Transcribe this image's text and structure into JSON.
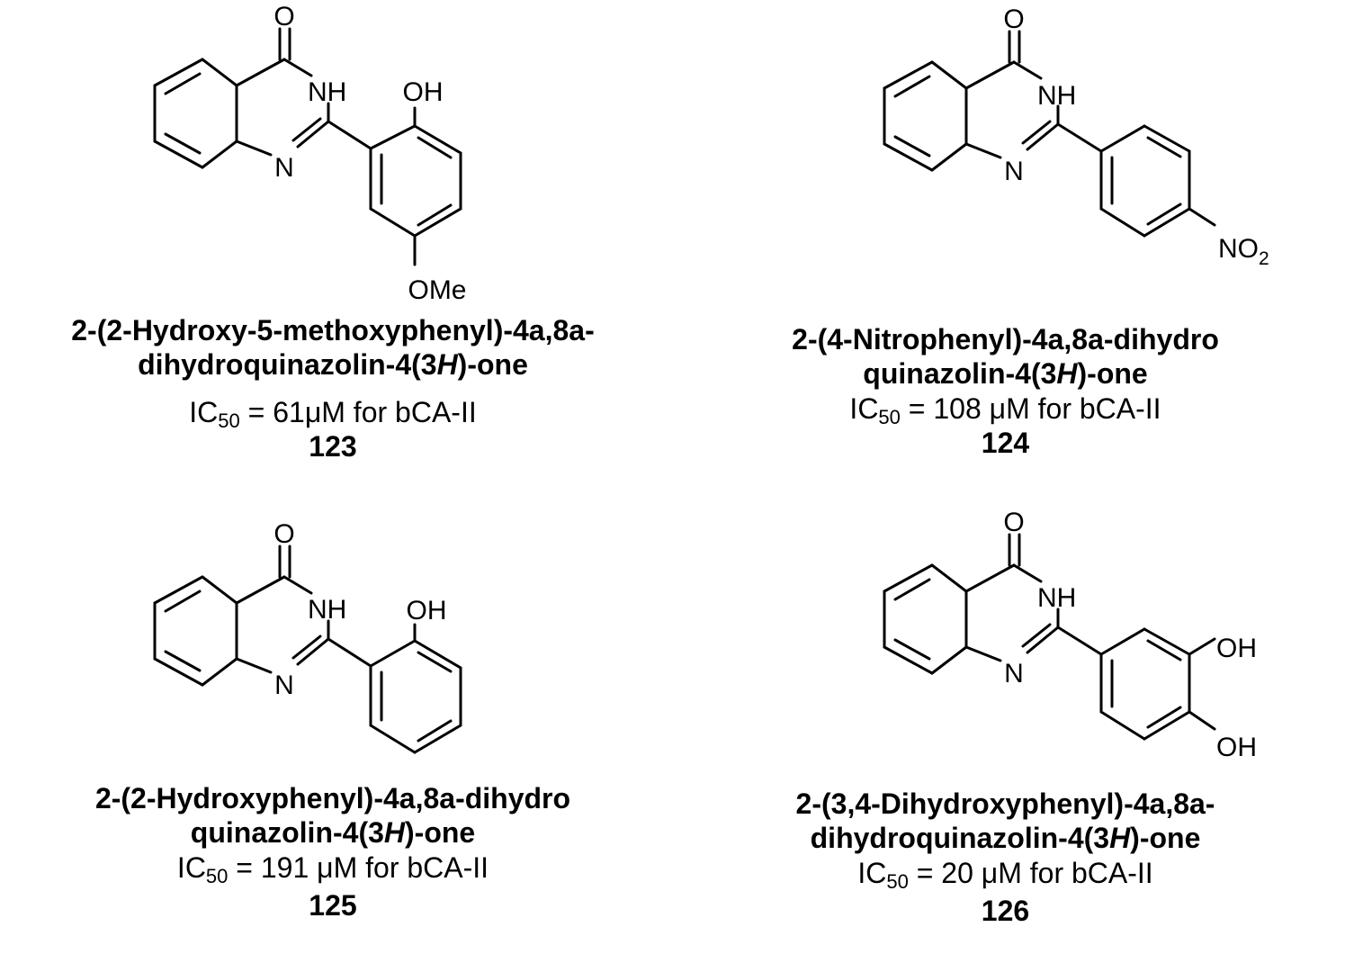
{
  "compounds": [
    {
      "id": "123",
      "name_a": "2-(2-Hydroxy-5-methoxyphenyl)-4a,8a-",
      "name_b_pre": "dihydroquinazolin-4(3",
      "name_b_ital": "H",
      "name_b_post": ")-one",
      "ic_label": "IC",
      "ic_sub": "50",
      "ic_value": " = 61μM for bCA-II",
      "substituents": [
        "OH",
        "OMe"
      ]
    },
    {
      "id": "124",
      "name_a": "2-(4-Nitrophenyl)-4a,8a-dihydro",
      "name_b_pre": "quinazolin-4(3",
      "name_b_ital": "H",
      "name_b_post": ")-one",
      "ic_label": "IC",
      "ic_sub": "50",
      "ic_value": " = 108 μM for bCA-II",
      "substituents": [
        "NO",
        "2"
      ]
    },
    {
      "id": "125",
      "name_a": "2-(2-Hydroxyphenyl)-4a,8a-dihydro",
      "name_b_pre": "quinazolin-4(3",
      "name_b_ital": "H",
      "name_b_post": ")-one",
      "ic_label": "IC",
      "ic_sub": "50",
      "ic_value": " = 191 μM for bCA-II",
      "substituents": [
        "OH"
      ]
    },
    {
      "id": "126",
      "name_a": "2-(3,4-Dihydroxyphenyl)-4a,8a-",
      "name_b_pre": "dihydroquinazolin-4(3",
      "name_b_ital": "H",
      "name_b_post": ")-one",
      "ic_label": "IC",
      "ic_sub": "50",
      "ic_value": " = 20 μM for bCA-II",
      "substituents": [
        "OH",
        "OH"
      ]
    }
  ],
  "core_atoms": {
    "carbonyl_o": "O",
    "amide_nh": "NH",
    "imine_n": "N"
  }
}
